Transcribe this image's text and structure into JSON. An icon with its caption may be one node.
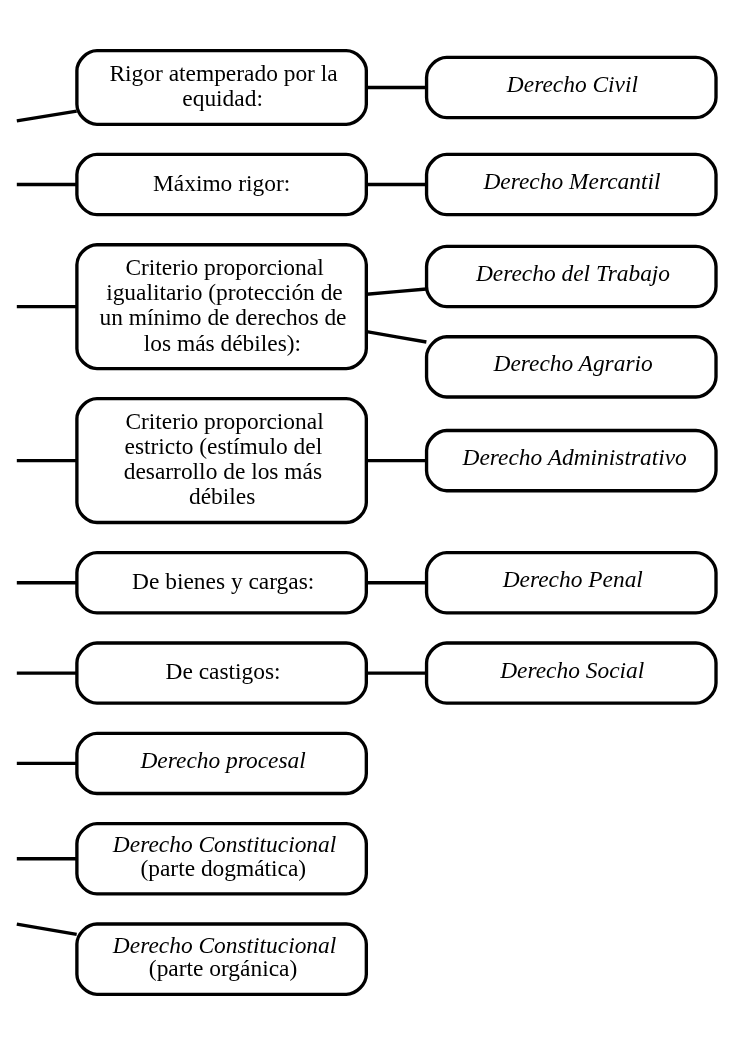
{
  "diagram": {
    "nodes": [
      {
        "text": [
          "Rigor atemperado por la equidad:"
        ]
      },
      {
        "text": [
          "Derecho Civil"
        ]
      },
      {
        "text": [
          "Máximo rigor:"
        ]
      },
      {
        "text": [
          "Derecho Mercantil"
        ]
      },
      {
        "text": [
          "Criterio proporcional igualitario (protección de un mínimo de derechos de los más débiles):"
        ]
      },
      {
        "text": [
          "Derecho del Trabajo"
        ]
      },
      {
        "text": [
          "Derecho Agrario"
        ]
      },
      {
        "text": [
          "Criterio proporcional estricto (estímulo del desarrollo de los más débiles"
        ]
      },
      {
        "text": [
          "Derecho Administrativo"
        ]
      },
      {
        "text": [
          "De bienes y cargas:"
        ]
      },
      {
        "text": [
          "Derecho Penal"
        ]
      },
      {
        "text": [
          "De castigos:"
        ]
      },
      {
        "text": [
          "Derecho Social"
        ]
      },
      {
        "text": [
          "Derecho procesal"
        ]
      },
      {
        "text": [
          "Derecho Constitucional",
          "(parte dogmática)"
        ]
      },
      {
        "text": [
          "Derecho Constitucional",
          "(parte orgánica)"
        ]
      }
    ],
    "edges": [
      {
        "from": null,
        "to": 0,
        "arrow": "none"
      },
      {
        "from": null,
        "to": 2,
        "arrow": "none"
      },
      {
        "from": 0,
        "to": 1,
        "arrow": "none"
      },
      {
        "from": 2,
        "to": 3,
        "arrow": "none"
      },
      {
        "from": null,
        "to": 4,
        "arrow": "none"
      },
      {
        "from": null,
        "to": 7,
        "arrow": "none"
      },
      {
        "from": 4,
        "to": 5,
        "arrow": "none"
      },
      {
        "from": 4,
        "to": 6,
        "arrow": "none"
      },
      {
        "from": 7,
        "to": 8,
        "arrow": "none"
      },
      {
        "from": null,
        "to": 9,
        "arrow": "none"
      },
      {
        "from": null,
        "to": 11,
        "arrow": "none"
      },
      {
        "from": 9,
        "to": 10,
        "arrow": "none"
      },
      {
        "from": 11,
        "to": 12,
        "arrow": "none"
      },
      {
        "from": null,
        "to": 13,
        "arrow": "none"
      },
      {
        "from": null,
        "to": 14,
        "arrow": "none"
      },
      {
        "from": null,
        "to": 15,
        "arrow": "none"
      }
    ]
  }
}
